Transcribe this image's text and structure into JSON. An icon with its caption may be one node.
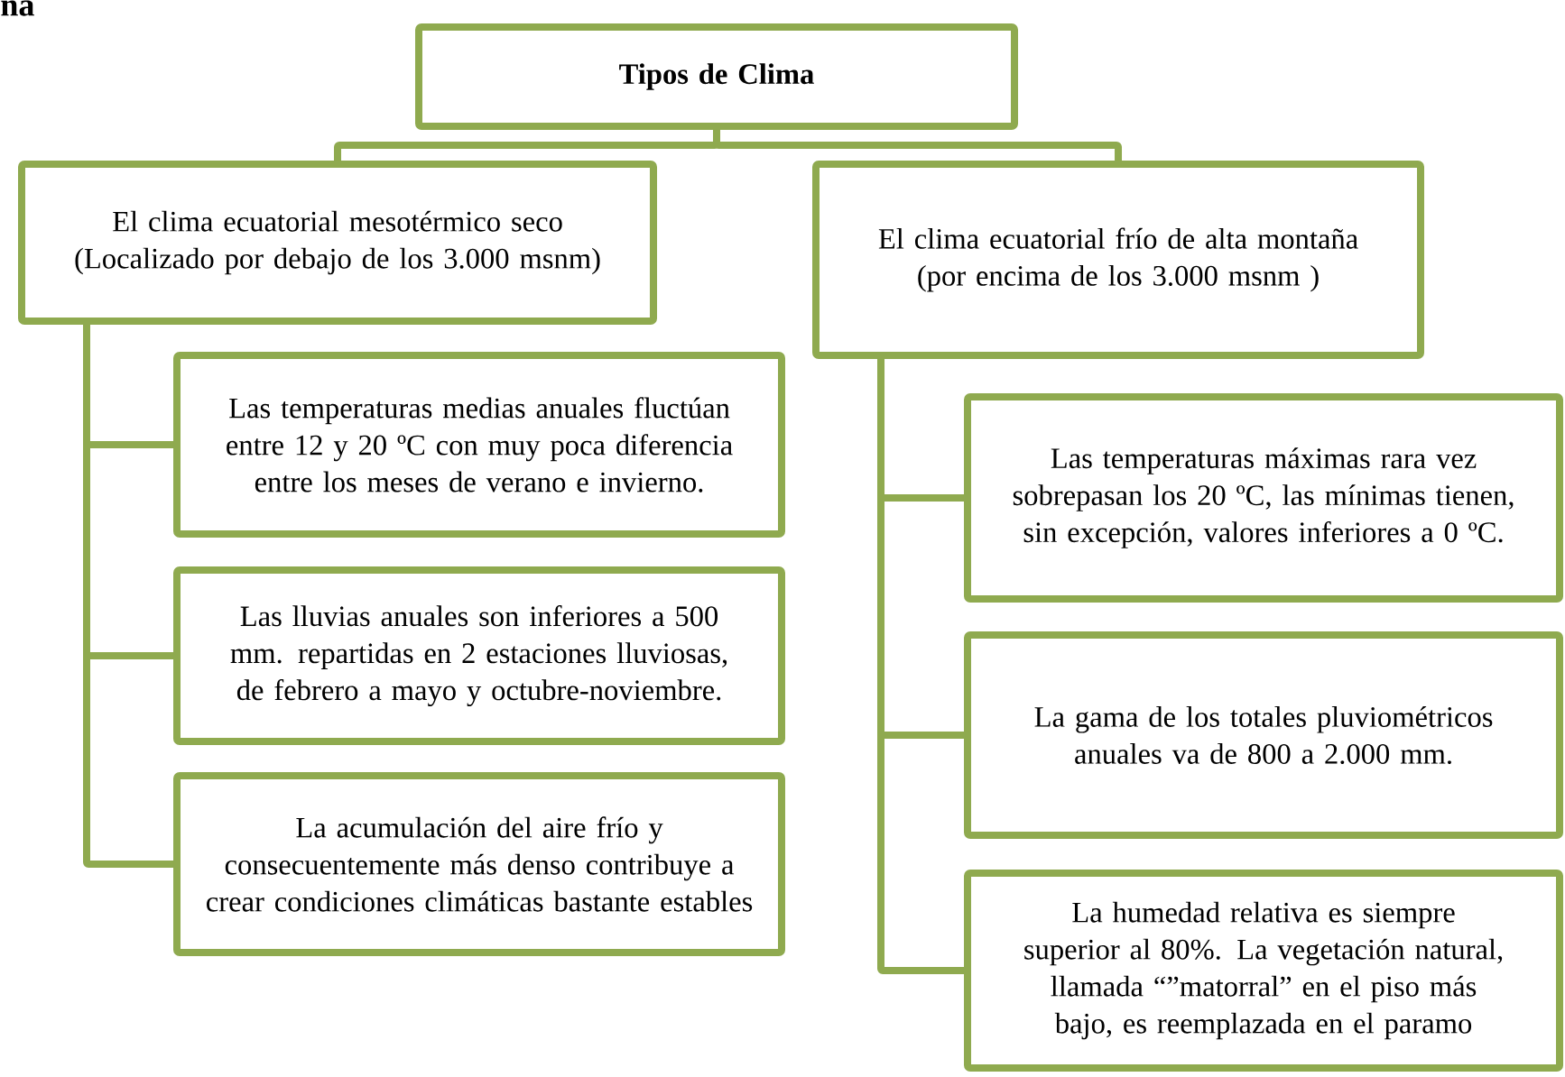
{
  "diagram": {
    "nodes": [
      {
        "text": [
          "Tipos de Clima"
        ]
      },
      {
        "text": [
          "El clima ecuatorial mesotérmico seco (Localizado por debajo de los 3.000 msnm)"
        ]
      },
      {
        "text": [
          "El clima ecuatorial frío de alta montaña (por encima de los 3.000 msnm )"
        ]
      },
      {
        "text": [
          "Las temperaturas medias anuales fluctúan entre 12 y 20 ºC con muy poca diferencia entre los meses de verano e invierno."
        ]
      },
      {
        "text": [
          "Las lluvias anuales son inferiores a 500 mm. repartidas en 2 estaciones lluviosas, de febrero a mayo y octubre-noviembre."
        ]
      },
      {
        "text": [
          "La acumulación del aire frío y consecuentemente más denso contribuye a crear condiciones climáticas bastante estables"
        ]
      },
      {
        "text": [
          "Las temperaturas máximas rara vez sobrepasan los 20 ºC, las mínimas tienen, sin excepción, valores inferiores a 0 ºC."
        ]
      },
      {
        "text": [
          "La gama de los totales pluviométricos anuales va de 800 a 2.000 mm."
        ]
      },
      {
        "text": [
          "La humedad relativa es siempre superior al 80%. La vegetación natural, llamada “”matorral” en el piso más bajo, es reemplazada en el paramo"
        ]
      }
    ],
    "edges": [
      {
        "from": 0,
        "to": 1,
        "arrow": "none"
      },
      {
        "from": 0,
        "to": 2,
        "arrow": "none"
      },
      {
        "from": 1,
        "to": 3,
        "arrow": "none"
      },
      {
        "from": 1,
        "to": 4,
        "arrow": "none"
      },
      {
        "from": 1,
        "to": 5,
        "arrow": "none"
      },
      {
        "from": 2,
        "to": 6,
        "arrow": "none"
      },
      {
        "from": 2,
        "to": 7,
        "arrow": "none"
      },
      {
        "from": 2,
        "to": 8,
        "arrow": "none"
      }
    ],
    "labels": [
      "na"
    ]
  }
}
